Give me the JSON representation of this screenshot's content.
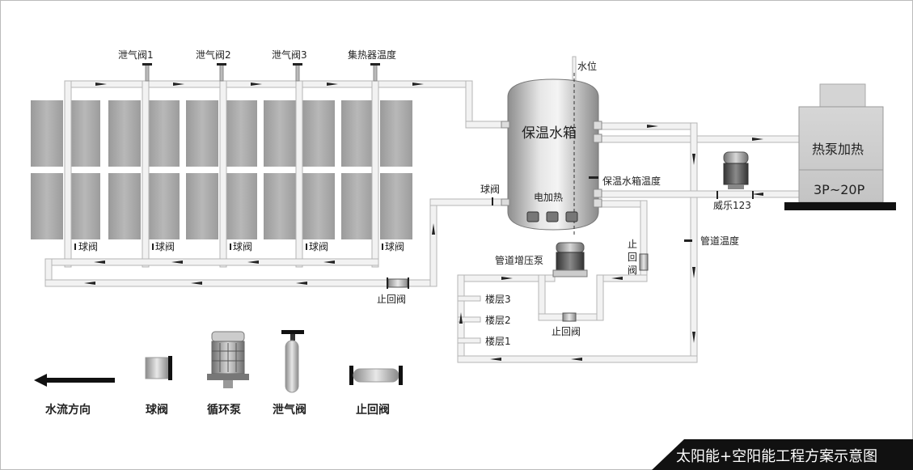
{
  "top_valves": {
    "vent1": "泄气阀1",
    "vent2": "泄气阀2",
    "vent3": "泄气阀3",
    "collector_temp": "集热器温度"
  },
  "tank": {
    "label": "保温水箱",
    "water_level": "水位",
    "tank_temp": "保温水箱温度",
    "electric_heat": "电加热",
    "ball_valve": "球阀"
  },
  "collector_valves": [
    "球阀",
    "球阀",
    "球阀",
    "球阀",
    "球阀"
  ],
  "check_valve_main": "止回阀",
  "booster": {
    "label": "管道增压泵",
    "check_valve_side": "止回阀",
    "check_valve_bypass": "止回阀",
    "floors": [
      "楼层3",
      "楼层2",
      "楼层1"
    ]
  },
  "heat_pump": {
    "label": "热泵加热",
    "capacity": "3P~20P",
    "pump_label": "威乐123",
    "pipe_temp": "管道温度"
  },
  "legend": {
    "flow": "水流方向",
    "ball_valve": "球阀",
    "circ_pump": "循环泵",
    "vent_valve": "泄气阀",
    "check_valve": "止回阀"
  },
  "banner": "太阳能+空阳能工程方案示意图",
  "colors": {
    "pipe": "#f2f2f2",
    "pipe_edge": "#b8b8b8",
    "panel": "#a9a9a9",
    "banner_bg": "#111111",
    "pump_top": "#cfcfcf",
    "pump_mid": "#555555"
  }
}
